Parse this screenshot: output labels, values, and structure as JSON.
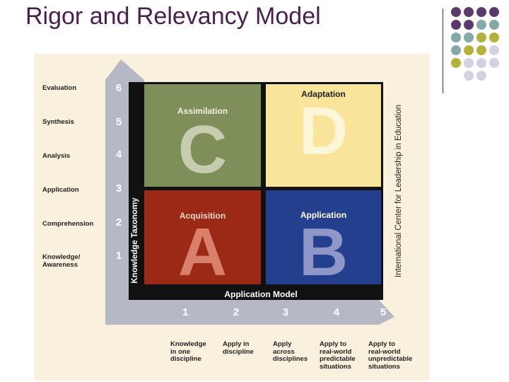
{
  "slide": {
    "title": "Rigor and Relevancy Model"
  },
  "credit": "International Center for Leadership in Education",
  "colors": {
    "title": "#4a1f4f",
    "dots": {
      "purple": "#5b3a6b",
      "teal": "#85a8a8",
      "olive": "#b3b23a",
      "lavender": "#d4d2e2"
    },
    "arrow": "#b6b8c4",
    "quadrant_c": "#7e8f59",
    "quadrant_d": "#f8e59a",
    "quadrant_a": "#9a2a16",
    "quadrant_b": "#253f8f"
  },
  "diagram": {
    "y_axis_label": "Knowledge Taxonomy",
    "x_axis_label": "Application Model",
    "knowledge_levels": [
      {
        "name": "Evaluation",
        "number": "6"
      },
      {
        "name": "Synthesis",
        "number": "5"
      },
      {
        "name": "Analysis",
        "number": "4"
      },
      {
        "name": "Application",
        "number": "3"
      },
      {
        "name": "Comprehension",
        "number": "2"
      },
      {
        "name": "Knowledge/\nAwareness",
        "number": "1"
      }
    ],
    "application_levels": [
      {
        "number": "1",
        "description": "Knowledge\nin one\ndiscipline"
      },
      {
        "number": "2",
        "description": "Apply in\ndiscipline"
      },
      {
        "number": "3",
        "description": "Apply\nacross\ndisciplines"
      },
      {
        "number": "4",
        "description": "Apply to\nreal-world\npredictable\nsituations"
      },
      {
        "number": "5",
        "description": "Apply to\nreal-world\nunpredictable\nsituations"
      }
    ],
    "quadrants": {
      "c": {
        "title": "Assimilation",
        "letter": "C"
      },
      "d": {
        "title": "Adaptation",
        "letter": "D"
      },
      "a": {
        "title": "Acquisition",
        "letter": "A"
      },
      "b": {
        "title": "Application",
        "letter": "B"
      }
    }
  }
}
